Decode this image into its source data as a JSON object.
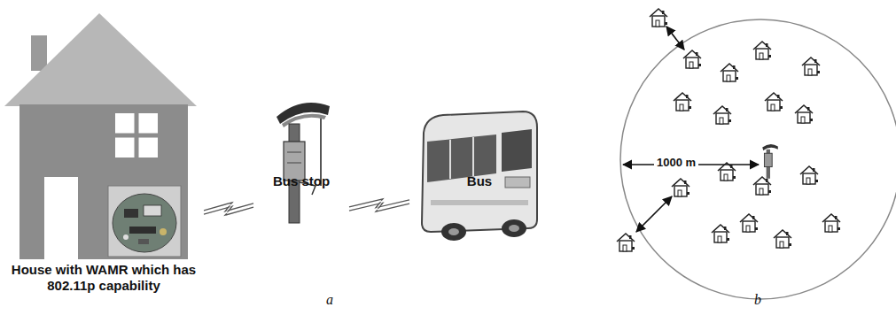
{
  "diagram": {
    "nodes": [
      {
        "text": [
          "House with WAMR which has 802.11p capability"
        ]
      },
      {
        "text": [
          "Bus stop"
        ]
      },
      {
        "text": [
          "Bus"
        ]
      }
    ],
    "edges": [
      {
        "from": 0,
        "to": 1,
        "arrow": "none"
      },
      {
        "from": 1,
        "to": 2,
        "arrow": "none"
      }
    ],
    "labels": [
      "a",
      "b",
      "1000 m"
    ]
  }
}
